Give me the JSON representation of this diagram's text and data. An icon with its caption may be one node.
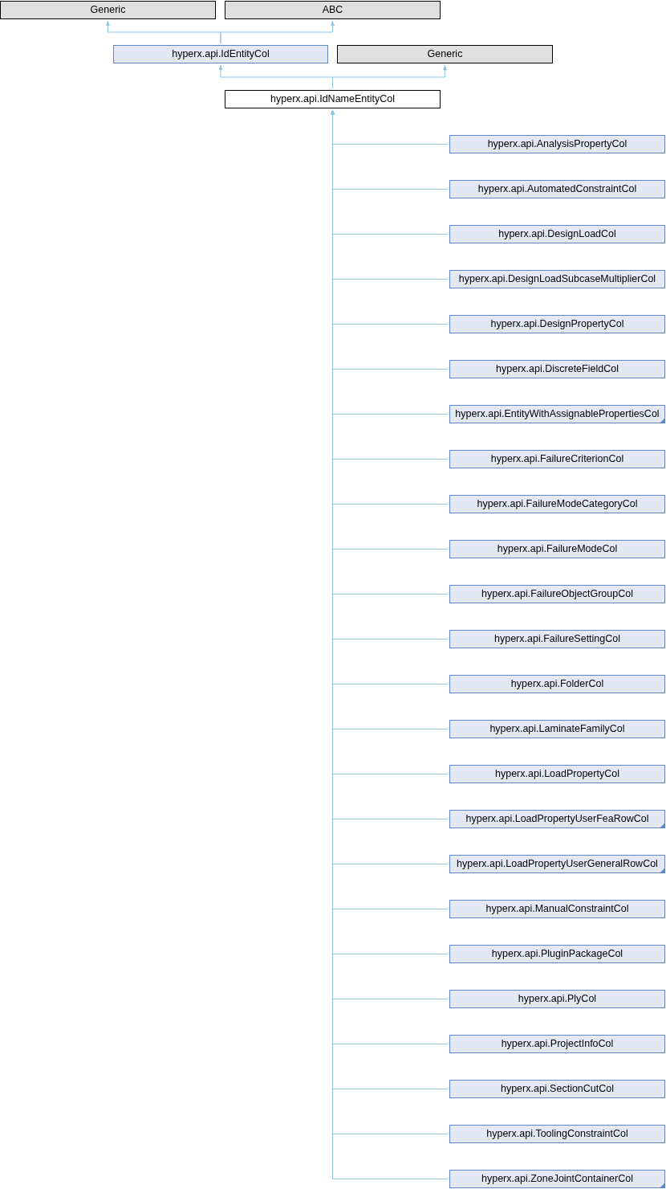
{
  "diagram": {
    "nodes": [
      {
        "text": [
          "Generic"
        ]
      },
      {
        "text": [
          "ABC"
        ]
      },
      {
        "text": [
          "hyperx.api.IdEntityCol"
        ]
      },
      {
        "text": [
          "Generic"
        ]
      },
      {
        "text": [
          "hyperx.api.IdNameEntityCol"
        ]
      },
      {
        "text": [
          "hyperx.api.AnalysisPropertyCol"
        ]
      },
      {
        "text": [
          "hyperx.api.AutomatedConstraintCol"
        ]
      },
      {
        "text": [
          "hyperx.api.DesignLoadCol"
        ]
      },
      {
        "text": [
          "hyperx.api.DesignLoadSubcaseMultiplierCol"
        ]
      },
      {
        "text": [
          "hyperx.api.DesignPropertyCol"
        ]
      },
      {
        "text": [
          "hyperx.api.DiscreteFieldCol"
        ]
      },
      {
        "text": [
          "hyperx.api.EntityWithAssignablePropertiesCol"
        ]
      },
      {
        "text": [
          "hyperx.api.FailureCriterionCol"
        ]
      },
      {
        "text": [
          "hyperx.api.FailureModeCategoryCol"
        ]
      },
      {
        "text": [
          "hyperx.api.FailureModeCol"
        ]
      },
      {
        "text": [
          "hyperx.api.FailureObjectGroupCol"
        ]
      },
      {
        "text": [
          "hyperx.api.FailureSettingCol"
        ]
      },
      {
        "text": [
          "hyperx.api.FolderCol"
        ]
      },
      {
        "text": [
          "hyperx.api.LaminateFamilyCol"
        ]
      },
      {
        "text": [
          "hyperx.api.LoadPropertyCol"
        ]
      },
      {
        "text": [
          "hyperx.api.LoadPropertyUserFeaRowCol"
        ]
      },
      {
        "text": [
          "hyperx.api.LoadPropertyUserGeneralRowCol"
        ]
      },
      {
        "text": [
          "hyperx.api.ManualConstraintCol"
        ]
      },
      {
        "text": [
          "hyperx.api.PluginPackageCol"
        ]
      },
      {
        "text": [
          "hyperx.api.PlyCol"
        ]
      },
      {
        "text": [
          "hyperx.api.ProjectInfoCol"
        ]
      },
      {
        "text": [
          "hyperx.api.SectionCutCol"
        ]
      },
      {
        "text": [
          "hyperx.api.ToolingConstraintCol"
        ]
      },
      {
        "text": [
          "hyperx.api.ZoneJointContainerCol"
        ]
      }
    ],
    "edges": [
      {
        "from": 2,
        "to": 0,
        "arrow": "to"
      },
      {
        "from": 2,
        "to": 1,
        "arrow": "to"
      },
      {
        "from": 4,
        "to": 2,
        "arrow": "to"
      },
      {
        "from": 4,
        "to": 3,
        "arrow": "to"
      },
      {
        "from": 5,
        "to": 4,
        "arrow": "to"
      },
      {
        "from": 6,
        "to": 4,
        "arrow": "to"
      },
      {
        "from": 7,
        "to": 4,
        "arrow": "to"
      },
      {
        "from": 8,
        "to": 4,
        "arrow": "to"
      },
      {
        "from": 9,
        "to": 4,
        "arrow": "to"
      },
      {
        "from": 10,
        "to": 4,
        "arrow": "to"
      },
      {
        "from": 11,
        "to": 4,
        "arrow": "to"
      },
      {
        "from": 12,
        "to": 4,
        "arrow": "to"
      },
      {
        "from": 13,
        "to": 4,
        "arrow": "to"
      },
      {
        "from": 14,
        "to": 4,
        "arrow": "to"
      },
      {
        "from": 15,
        "to": 4,
        "arrow": "to"
      },
      {
        "from": 16,
        "to": 4,
        "arrow": "to"
      },
      {
        "from": 17,
        "to": 4,
        "arrow": "to"
      },
      {
        "from": 18,
        "to": 4,
        "arrow": "to"
      },
      {
        "from": 19,
        "to": 4,
        "arrow": "to"
      },
      {
        "from": 20,
        "to": 4,
        "arrow": "to"
      },
      {
        "from": 21,
        "to": 4,
        "arrow": "to"
      },
      {
        "from": 22,
        "to": 4,
        "arrow": "to"
      },
      {
        "from": 23,
        "to": 4,
        "arrow": "to"
      },
      {
        "from": 24,
        "to": 4,
        "arrow": "to"
      },
      {
        "from": 25,
        "to": 4,
        "arrow": "to"
      },
      {
        "from": 26,
        "to": 4,
        "arrow": "to"
      },
      {
        "from": 27,
        "to": 4,
        "arrow": "to"
      },
      {
        "from": 28,
        "to": 4,
        "arrow": "to"
      }
    ]
  }
}
